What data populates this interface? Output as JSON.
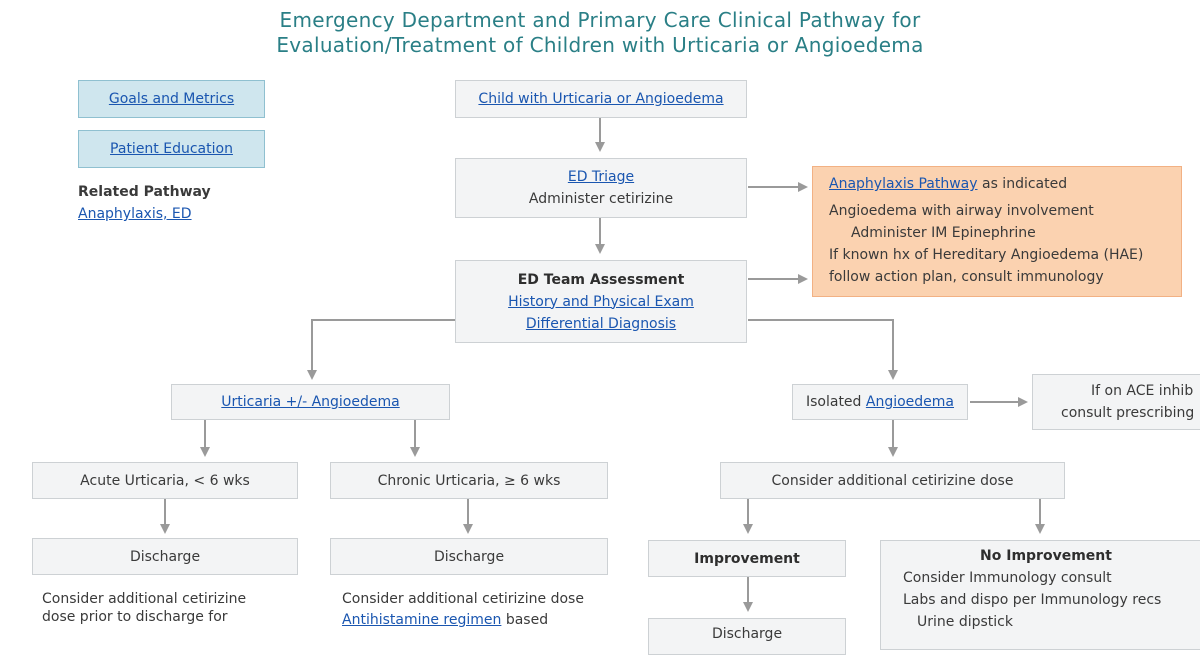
{
  "title": {
    "line1": "Emergency Department and Primary Care Clinical Pathway for",
    "line2": "Evaluation/Treatment of Children with Urticaria or Angioedema"
  },
  "left": {
    "goals": "Goals and Metrics",
    "education": "Patient Education",
    "related_heading": "Related Pathway",
    "related_link": "Anaphylaxis, ED"
  },
  "flow": {
    "start": "Child with Urticaria or Angioedema",
    "triage_link": "ED Triage",
    "triage_text": "Administer cetirizine",
    "assessment_title": "ED Team Assessment",
    "assessment_link1": "History and Physical Exam",
    "assessment_link2": "Differential Diagnosis",
    "urticaria": "Urticaria +/- Angioedema",
    "acute": "Acute Urticaria, < 6 wks",
    "chronic": "Chronic Urticaria, ≥ 6 wks",
    "discharge_acute": "Discharge",
    "discharge_chronic": "Discharge",
    "acute_note_line1": "Consider additional cetirizine",
    "acute_note_line2": "dose prior to discharge for",
    "chronic_note_line1": "Consider additional cetirizine dose",
    "chronic_note_link": "Antihistamine regimen",
    "chronic_note_tail": "based",
    "isolated_prefix": "Isolated",
    "isolated_link": "Angioedema",
    "ace_line1": "If on ACE inhib",
    "ace_line2": "consult prescribing",
    "consider_dose": "Consider additional cetirizine dose",
    "improvement": "Improvement",
    "improvement_next": "Discharge",
    "no_improvement": "No Improvement",
    "no_imp_line1": "Consider Immunology consult",
    "no_imp_line2": "Labs and dispo per Immunology recs",
    "no_imp_line3": "Urine dipstick"
  },
  "orange": {
    "anaph_link": "Anaphylaxis Pathway",
    "anaph_tail": "as indicated",
    "airway": "Angioedema with airway involvement",
    "epi": "Administer IM Epinephrine",
    "hae_line1": "If known hx of Hereditary Angioedema (HAE)",
    "hae_line2": "follow action plan, consult immunology"
  },
  "colors": {
    "title": "#2a7f86",
    "link": "#1a56b0",
    "box_fill": "#f3f4f5",
    "blue_fill": "#cfe6ee",
    "orange_fill": "#fbd2b0",
    "connector": "#9a9a9a"
  }
}
